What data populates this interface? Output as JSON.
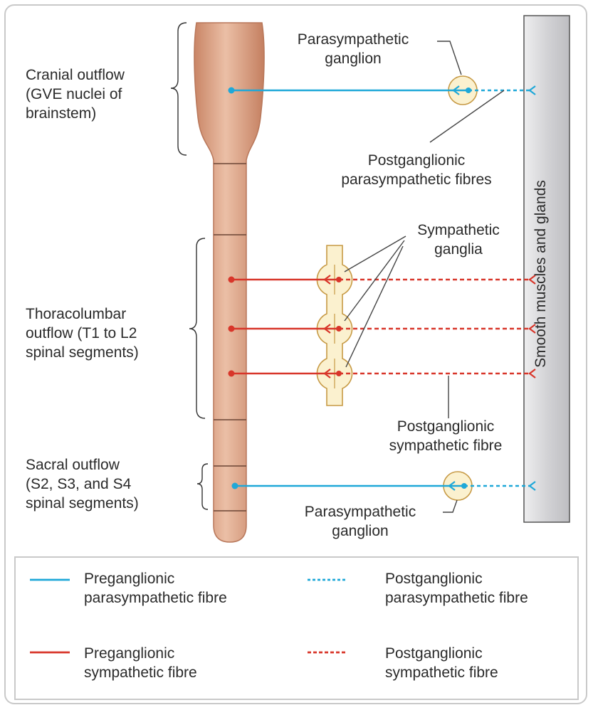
{
  "labels": {
    "cranial_outflow": [
      "Cranial outflow",
      "(GVE nuclei of",
      "brainstem)"
    ],
    "thoracolumbar_outflow": [
      "Thoracolumbar",
      "outflow (T1 to L2",
      "spinal segments)"
    ],
    "sacral_outflow": [
      "Sacral outflow",
      "(S2, S3, and S4",
      "spinal segments)"
    ],
    "parasympathetic_ganglion_top": [
      "Parasympathetic",
      "ganglion"
    ],
    "postganglionic_parasympathetic": [
      "Postganglionic",
      "parasympathetic fibres"
    ],
    "sympathetic_ganglia": [
      "Sympathetic",
      "ganglia"
    ],
    "postganglionic_sympathetic": [
      "Postganglionic",
      "sympathetic fibre"
    ],
    "parasympathetic_ganglion_bottom": [
      "Parasympathetic",
      "ganglion"
    ],
    "effector": "Smooth muscles and glands"
  },
  "legend": {
    "pre_para": [
      "Preganglionic",
      "parasympathetic fibre"
    ],
    "post_para": [
      "Postganglionic",
      "parasympathetic fibre"
    ],
    "pre_symp": [
      "Preganglionic",
      "sympathetic fibre"
    ],
    "post_symp": [
      "Postganglionic",
      "sympathetic fibre"
    ]
  },
  "colors": {
    "parasympathetic": "#1fa8d8",
    "sympathetic": "#d8362a",
    "cord_fill": "#dfa487",
    "cord_stroke": "#b8775a",
    "ganglion_fill": "#fbf1cf",
    "ganglion_stroke": "#c79a45",
    "effector_fill": "#d9d9dc",
    "leader": "#444444"
  }
}
